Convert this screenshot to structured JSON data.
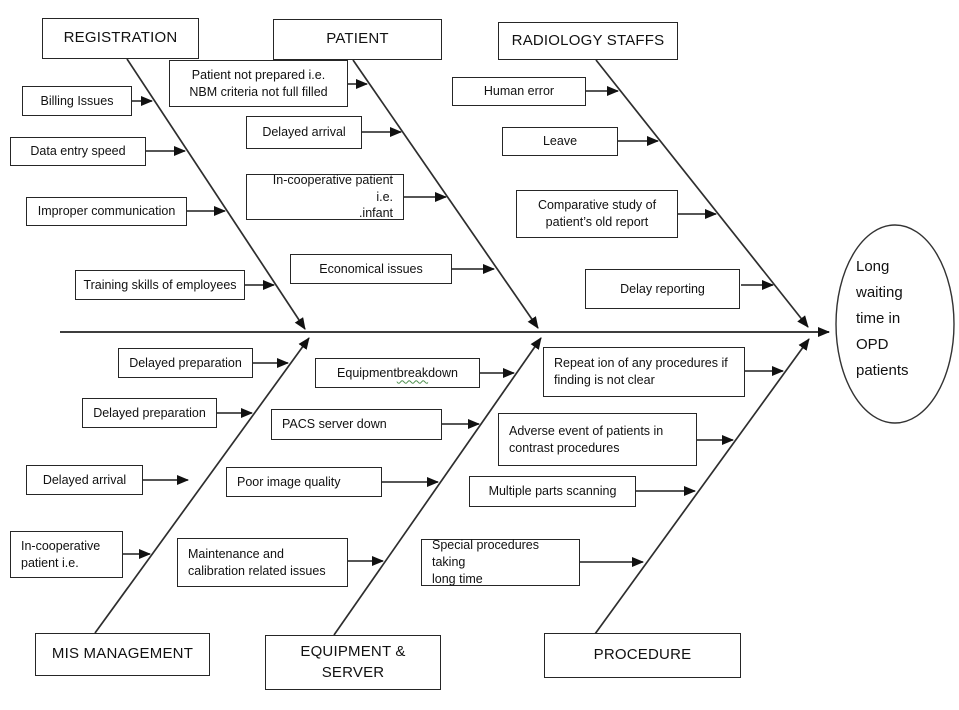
{
  "effect": {
    "text": "Long\nwaiting\ntime in\nOPD\npatients"
  },
  "colors": {
    "background": "#ffffff",
    "box_border": "#262626",
    "line": "#333333",
    "text": "#111111",
    "spellcheck_wavy_underline": "#4e8f4e"
  },
  "categories": {
    "registration": {
      "label": "REGISTRATION",
      "causes": [
        "Billing Issues",
        "Data entry speed",
        "Improper communication",
        "Training skills of employees"
      ]
    },
    "patient": {
      "label": "PATIENT",
      "causes": [
        "Patient not prepared i.e.\nNBM criteria not full filled",
        "Delayed arrival",
        "In-cooperative patient i.e.\n.infant",
        "Economical issues"
      ]
    },
    "radiology_staffs": {
      "label": "RADIOLOGY STAFFS",
      "causes": [
        "Human error",
        "Leave",
        "Comparative study of\npatient’s old report",
        "Delay reporting"
      ]
    },
    "mis_management": {
      "label": "MIS MANAGEMENT",
      "causes": [
        "Delayed preparation",
        "Delayed preparation",
        "Delayed arrival",
        "In-cooperative\npatient i.e."
      ]
    },
    "equipment_server": {
      "label": "EQUIPMENT &\nSERVER",
      "causes": [
        "Equipment break down",
        "PACS server down",
        "Poor image quality",
        "Maintenance and\ncalibration related issues"
      ],
      "cause0_parts": {
        "before": "Equipment ",
        "wavy": "break",
        "after": " down"
      }
    },
    "procedure": {
      "label": "PROCEDURE",
      "causes": [
        "Repeat ion of any procedures if\nfinding is not clear",
        "Adverse event of patients in\ncontrast procedures",
        "Multiple parts scanning",
        "Special procedures taking\nlong time"
      ]
    }
  }
}
